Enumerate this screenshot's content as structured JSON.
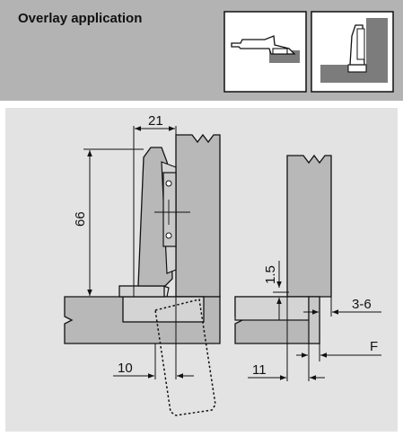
{
  "header": {
    "title": "Overlay application"
  },
  "dimensions": {
    "width_top": "21",
    "height_left": "66",
    "offset_bottom_left": "10",
    "gap_vertical": "1.5",
    "overlay_range": "3-6",
    "label_f": "F",
    "offset_bottom_right": "11"
  },
  "colors": {
    "header_bg": "#b3b3b3",
    "panel_bg": "#e3e3e3",
    "part_gray": "#b8b8b8",
    "dark_gray": "#7c7c7c",
    "light_part": "#d4d4d4",
    "line": "#111111"
  }
}
